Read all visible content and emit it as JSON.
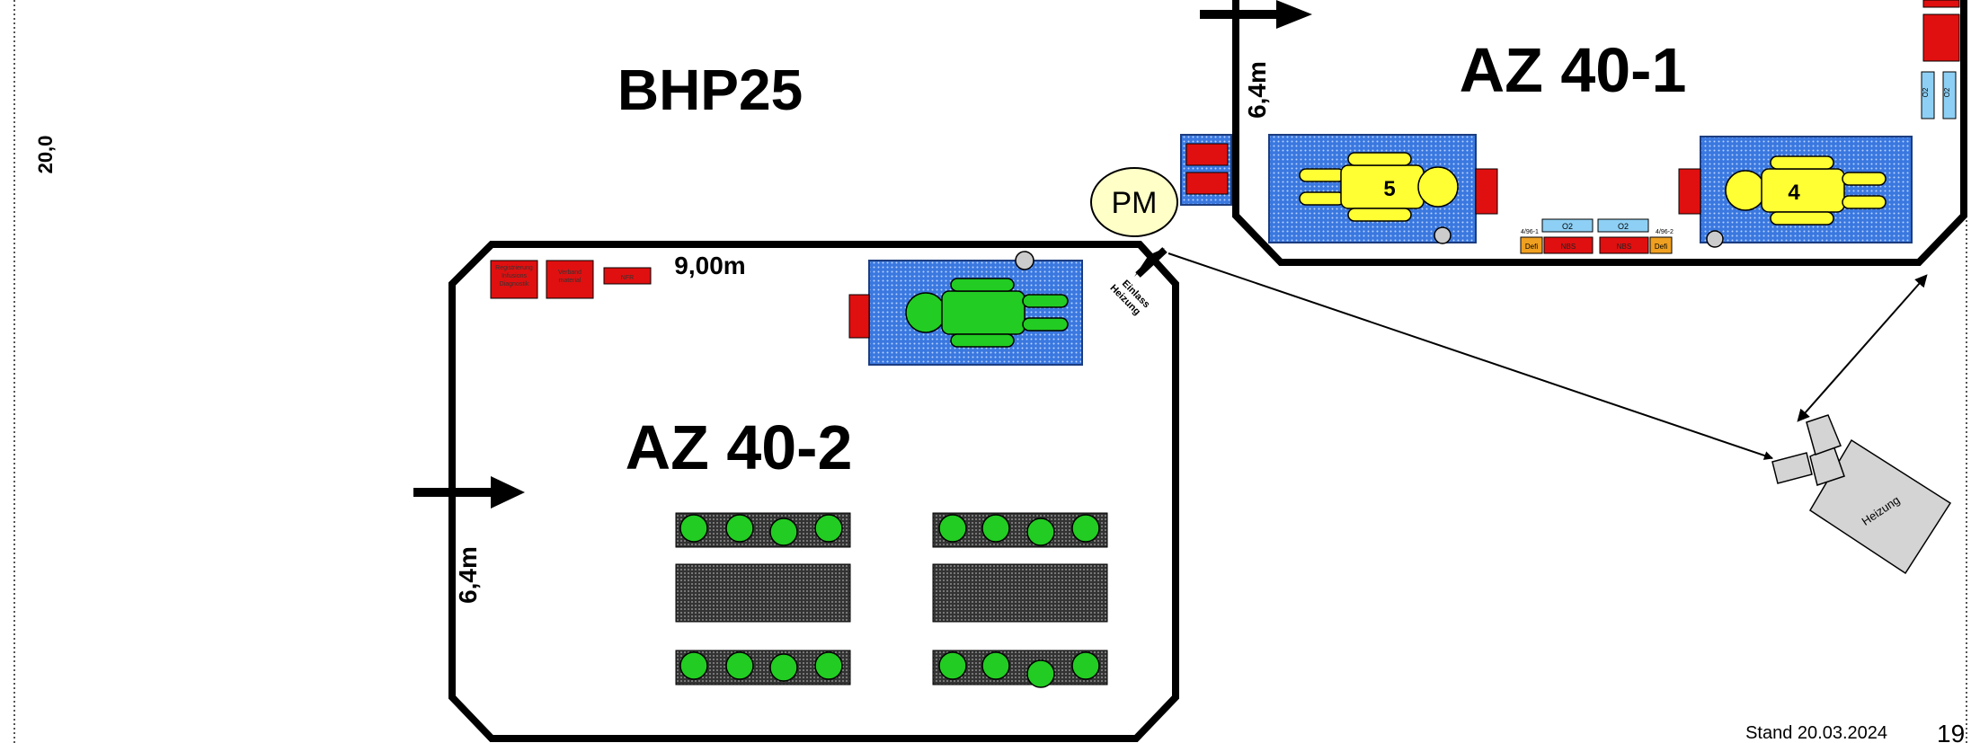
{
  "page": {
    "title": "BHP25",
    "dimension_left": "20,0",
    "footer_date": "Stand 20.03.2024",
    "page_number": "19"
  },
  "rooms": {
    "az401": {
      "name": "AZ 40-1",
      "dimension": "6,4m",
      "patient_left_number": "5",
      "patient_right_number": "4",
      "o2_label": "O2",
      "o2_left_code": "4/96-1",
      "o2_right_code": "4/96-2",
      "defi_label": "Defi",
      "nbs_label": "NBS",
      "side_box_label": "O2"
    },
    "az402": {
      "name": "AZ 40-2",
      "width_label": "9,00m",
      "height_label": "6,4m",
      "entry_label": "Einlass Heizung",
      "box_labels": [
        "Registrierung Infusions Diagnostik",
        "Verband material",
        "NFR"
      ]
    }
  },
  "pm_label": "PM",
  "heater_label": "Heizung",
  "colors": {
    "mat": "#3a78e0",
    "patient_yellow": "#ffff33",
    "patient_green": "#22cc22",
    "box_red": "#e01010",
    "o2_blue": "#8ed0f5",
    "defi_orange": "#f0a020",
    "pm_fill": "#ffffc8",
    "heater_gray": "#d4d4d4"
  }
}
